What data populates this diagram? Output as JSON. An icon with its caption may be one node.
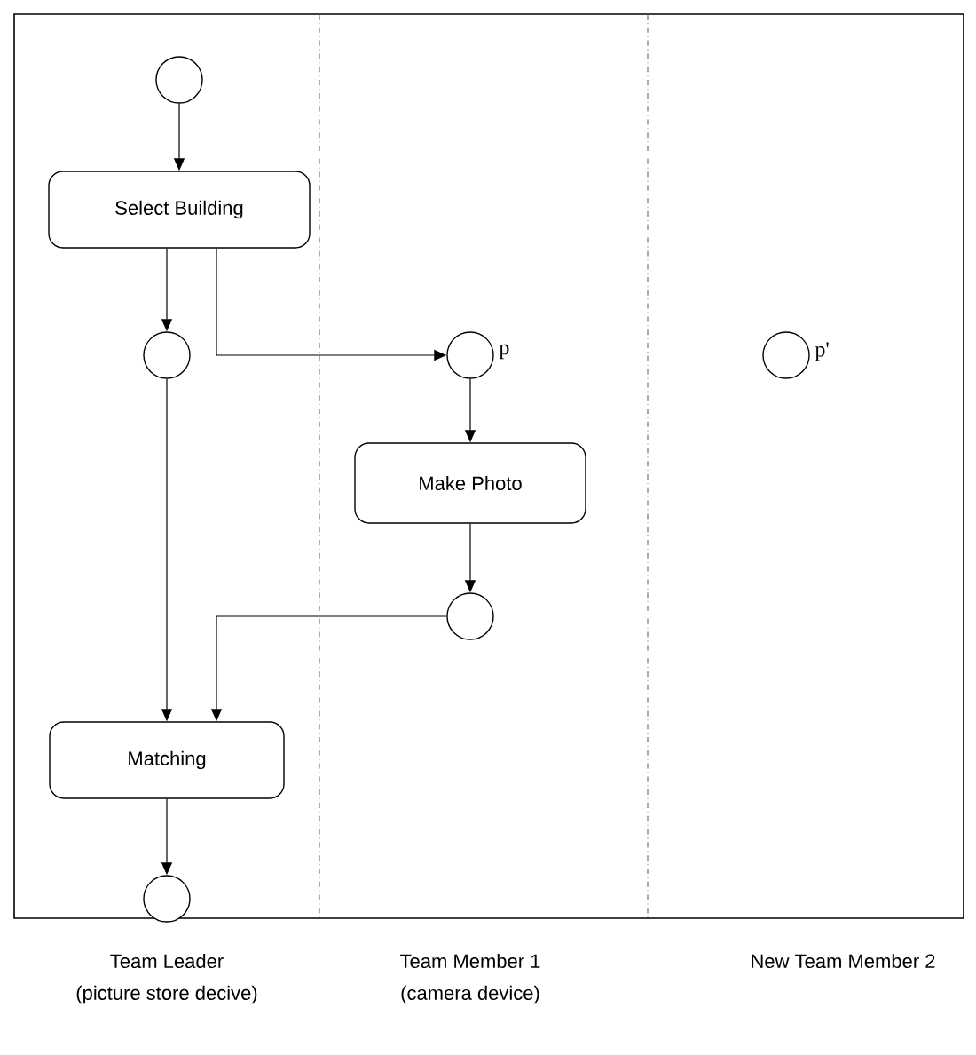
{
  "diagram": {
    "nodes": [
      {
        "text": [],
        "shape": "circle"
      },
      {
        "text": [
          "Select Building"
        ]
      },
      {
        "text": [],
        "shape": "circle"
      },
      {
        "text": [],
        "shape": "circle",
        "beside": [
          "p"
        ]
      },
      {
        "text": [
          "Make Photo"
        ]
      },
      {
        "text": [],
        "shape": "circle"
      },
      {
        "text": [
          "Matching"
        ]
      },
      {
        "text": [],
        "shape": "circle"
      },
      {
        "text": [],
        "shape": "circle",
        "beside": [
          "p'"
        ]
      }
    ],
    "edges": [
      {
        "from": 0,
        "to": 1,
        "arrow": "to"
      },
      {
        "from": 1,
        "to": 2,
        "arrow": "to"
      },
      {
        "from": 1,
        "to": 3,
        "arrow": "to"
      },
      {
        "from": 3,
        "to": 4,
        "arrow": "to"
      },
      {
        "from": 4,
        "to": 5,
        "arrow": "to"
      },
      {
        "from": 2,
        "to": 6,
        "arrow": "to"
      },
      {
        "from": 5,
        "to": 6,
        "arrow": "to"
      },
      {
        "from": 6,
        "to": 7,
        "arrow": "to"
      }
    ],
    "labels": [
      "Team Leader",
      "(picture store decive)",
      "Team Member 1",
      "(camera device)",
      "New Team Member 2"
    ]
  }
}
